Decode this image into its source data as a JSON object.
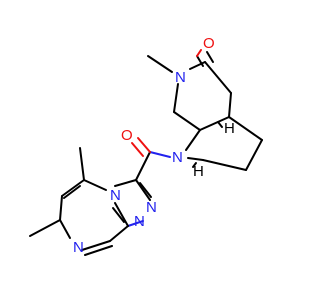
{
  "molecule": {
    "colors": {
      "carbon": "#000000",
      "nitrogen": "#2222ee",
      "oxygen": "#ee1111",
      "background": "#ffffff"
    },
    "atom_labels": {
      "o_lactam": "O",
      "o_amide": "O",
      "n_lactam": "N",
      "n_bridge": "N",
      "n_triazole_a": "N",
      "n_triazole_b": "N",
      "n_fused": "N",
      "n_pyrimidine": "N",
      "stereo_h_top": "H",
      "stereo_h_bottom": "H"
    }
  }
}
